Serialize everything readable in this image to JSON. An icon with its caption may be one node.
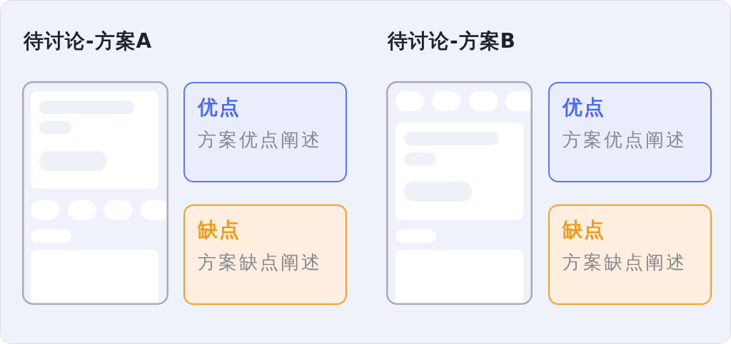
{
  "diagram": {
    "nodes": [
      {
        "text": [
          "优点",
          "方案优点阐述"
        ]
      },
      {
        "text": [
          "缺点",
          "方案缺点阐述"
        ]
      },
      {
        "text": [
          "优点",
          "方案优点阐述"
        ]
      },
      {
        "text": [
          "缺点",
          "方案缺点阐述"
        ]
      }
    ],
    "labels": [
      "待讨论-方案A",
      "待讨论-方案B"
    ]
  }
}
